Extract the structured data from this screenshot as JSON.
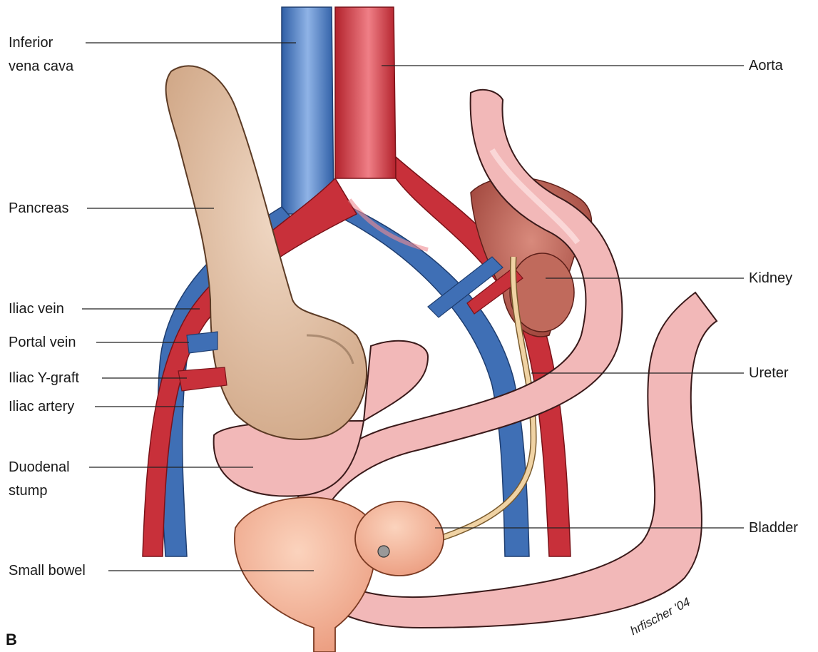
{
  "labels": {
    "ivc_line1": "Inferior",
    "ivc_line2": "vena cava",
    "pancreas": "Pancreas",
    "iliac_vein": "Iliac vein",
    "portal_vein": "Portal vein",
    "iliac_y_graft": "Iliac Y-graft",
    "iliac_artery": "Iliac artery",
    "duodenal_line1": "Duodenal",
    "duodenal_line2": "stump",
    "small_bowel": "Small bowel",
    "aorta": "Aorta",
    "kidney": "Kidney",
    "ureter": "Ureter",
    "bladder": "Bladder"
  },
  "panel_letter": "B",
  "signature": "hrfischer '04",
  "colors": {
    "vein": "#3f6fb5",
    "artery": "#c8303a",
    "pancreas": "#dcb79a",
    "bowel": "#f2b8b8",
    "kidney": "#b5544a",
    "ureter": "#f0d3a4",
    "bladder": "#f0a988"
  }
}
